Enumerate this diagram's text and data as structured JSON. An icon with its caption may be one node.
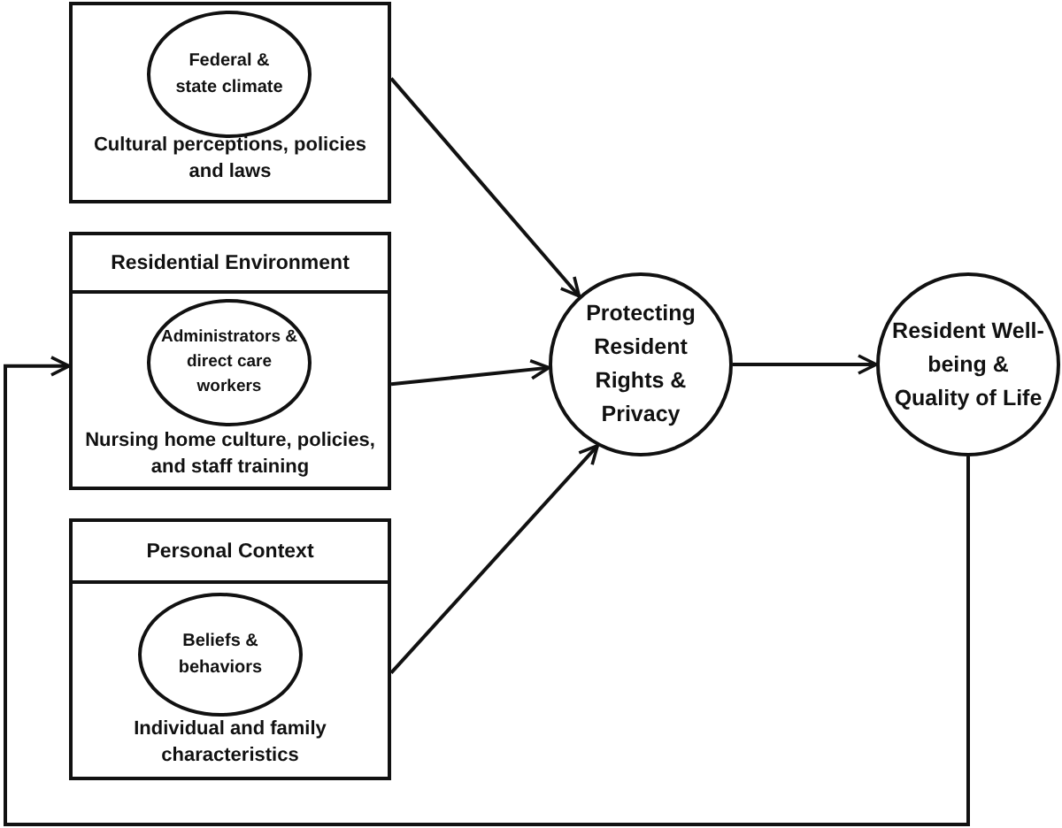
{
  "diagram": {
    "nodes": [
      {
        "text": [
          "Cultural perceptions, policies and laws"
        ]
      },
      {
        "text": [
          "Federal & state climate"
        ],
        "in": 0
      },
      {
        "text": [
          "Residential Environment",
          "Nursing home culture, policies, and staff training"
        ]
      },
      {
        "text": [
          "Administrators & direct care workers"
        ],
        "in": 2
      },
      {
        "text": [
          "Personal Context",
          "Individual and family characteristics"
        ]
      },
      {
        "text": [
          "Beliefs & behaviors"
        ],
        "in": 4
      },
      {
        "text": [
          "Protecting Resident Rights & Privacy"
        ]
      },
      {
        "text": [
          "Resident Well-being & Quality of Life"
        ]
      }
    ],
    "edges": [
      {
        "from": 0,
        "to": 6,
        "arrow": "to"
      },
      {
        "from": 2,
        "to": 6,
        "arrow": "to"
      },
      {
        "from": 4,
        "to": 6,
        "arrow": "to"
      },
      {
        "from": 6,
        "to": 7,
        "arrow": "to"
      },
      {
        "from": 7,
        "to": 2,
        "arrow": "to"
      }
    ]
  }
}
